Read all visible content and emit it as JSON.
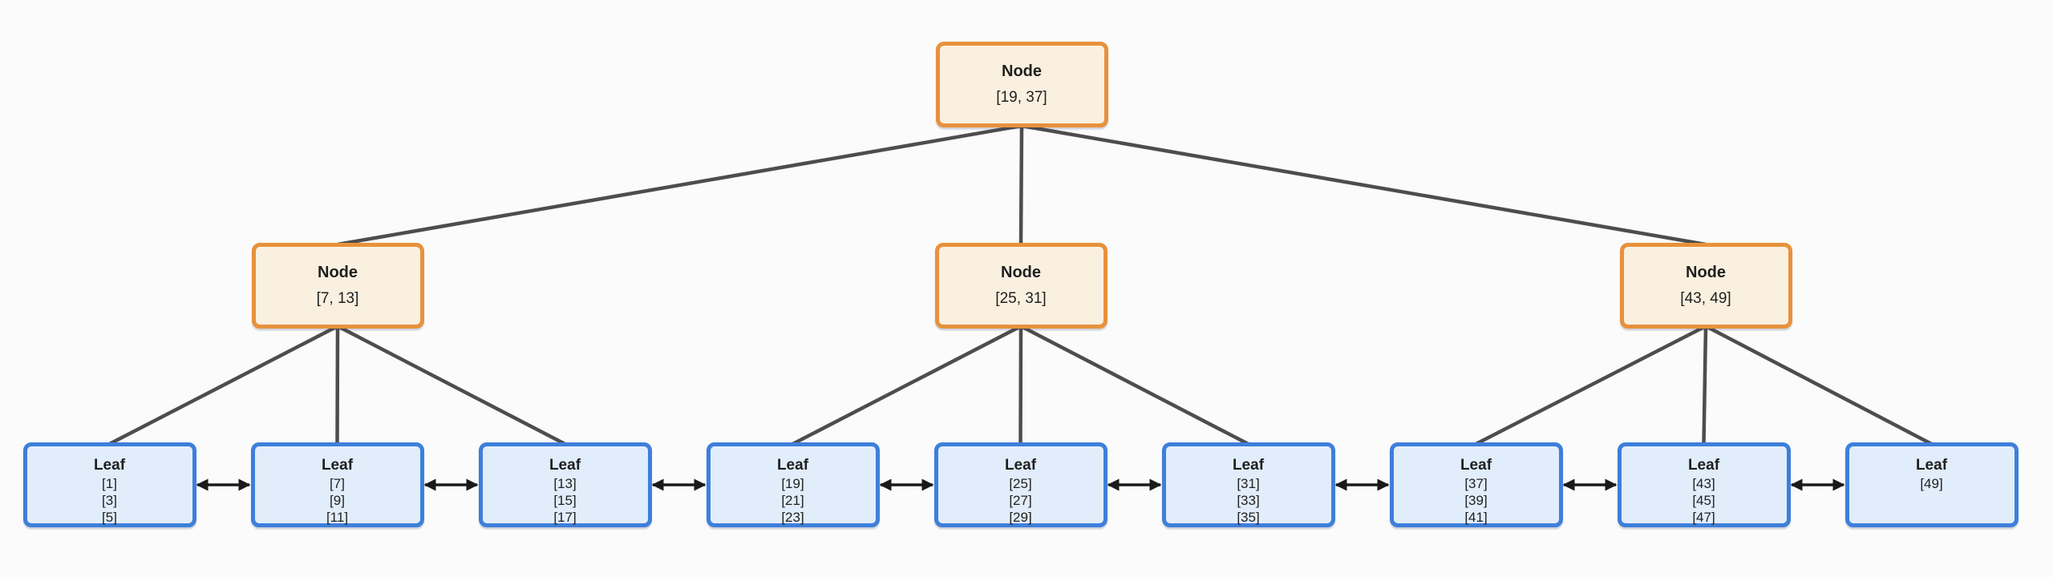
{
  "diagram": {
    "kind": "b-plus-tree",
    "background": "#fbfbfb",
    "colors": {
      "internal_fill": "#faf0e0",
      "internal_border": "#e8913c",
      "leaf_fill": "#e1edfb",
      "leaf_border": "#3e7fdb",
      "edge": "#4d4d4d",
      "arrow": "#1a1a1a",
      "text": "#1f1f1f"
    }
  },
  "tree": {
    "root": {
      "label": "Node",
      "keys": "[19, 37]"
    },
    "internal": [
      {
        "label": "Node",
        "keys": "[7, 13]"
      },
      {
        "label": "Node",
        "keys": "[25, 31]"
      },
      {
        "label": "Node",
        "keys": "[43, 49]"
      }
    ],
    "leaves": [
      {
        "label": "Leaf",
        "values": [
          "[1]",
          "[3]",
          "[5]"
        ]
      },
      {
        "label": "Leaf",
        "values": [
          "[7]",
          "[9]",
          "[11]"
        ]
      },
      {
        "label": "Leaf",
        "values": [
          "[13]",
          "[15]",
          "[17]"
        ]
      },
      {
        "label": "Leaf",
        "values": [
          "[19]",
          "[21]",
          "[23]"
        ]
      },
      {
        "label": "Leaf",
        "values": [
          "[25]",
          "[27]",
          "[29]"
        ]
      },
      {
        "label": "Leaf",
        "values": [
          "[31]",
          "[33]",
          "[35]"
        ]
      },
      {
        "label": "Leaf",
        "values": [
          "[37]",
          "[39]",
          "[41]"
        ]
      },
      {
        "label": "Leaf",
        "values": [
          "[43]",
          "[45]",
          "[47]"
        ]
      },
      {
        "label": "Leaf",
        "values": [
          "[49]"
        ]
      }
    ]
  }
}
